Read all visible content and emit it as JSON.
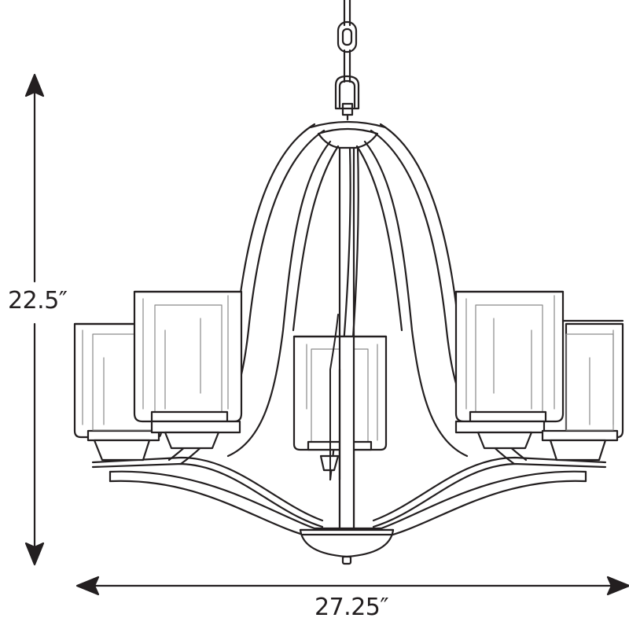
{
  "diagram": {
    "subject": "Five-light chandelier line drawing with dimensions",
    "colors": {
      "line": "#231f20",
      "background": "#ffffff",
      "glass_inner": "#8a8a8a"
    },
    "dimensions": {
      "height": {
        "label": "22.5″",
        "orientation": "vertical"
      },
      "width": {
        "label": "27.25″",
        "orientation": "horizontal"
      }
    },
    "components": [
      "chain",
      "shackle",
      "canopy-hub",
      "center-stem",
      "curved-arms",
      "glass-shade-far-left",
      "glass-shade-left",
      "glass-shade-center",
      "glass-shade-right",
      "glass-shade-far-right",
      "bottom-bowl",
      "finial"
    ],
    "icons": [
      "arrow-up-icon",
      "arrow-down-icon",
      "arrow-left-icon",
      "arrow-right-icon"
    ]
  }
}
